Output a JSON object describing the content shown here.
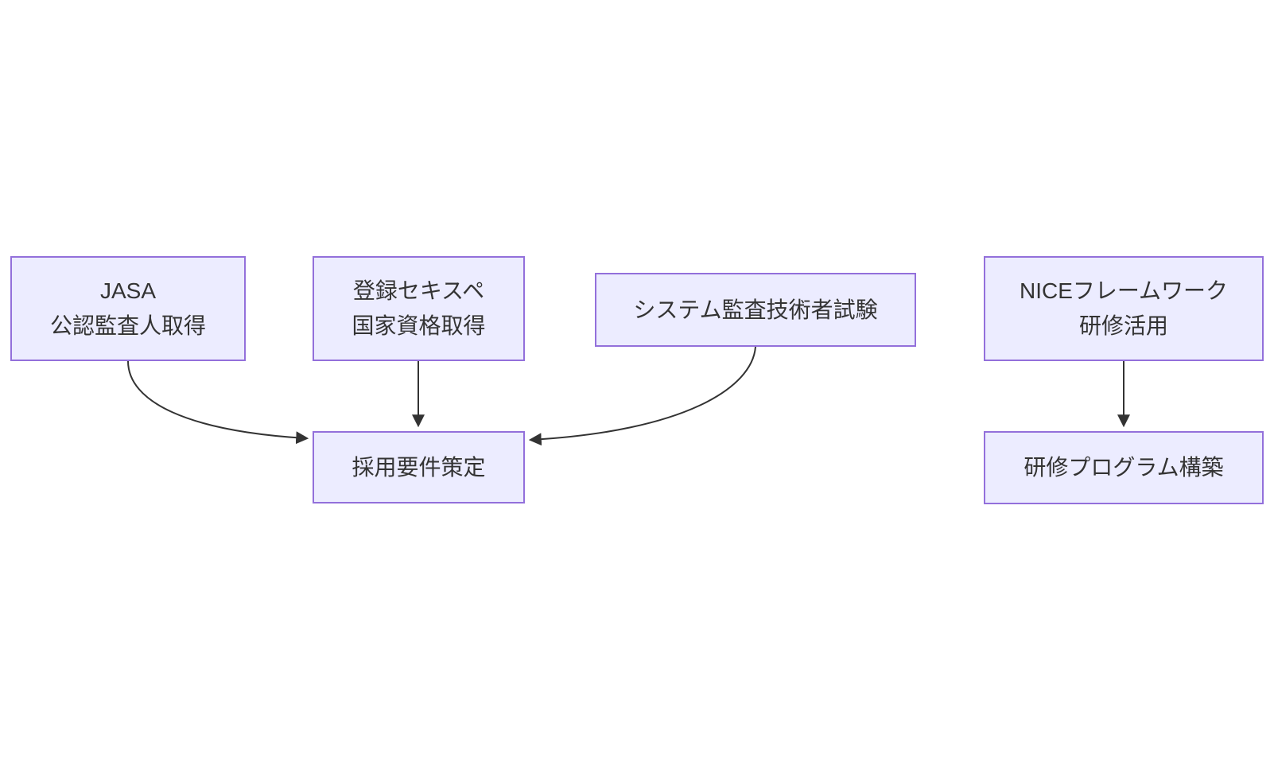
{
  "diagram": {
    "type": "flowchart",
    "orientation": "top-down",
    "colors": {
      "background": "#FFFFFF",
      "node_fill": "#ECECFF",
      "node_border": "#9370DB",
      "node_text": "#333333",
      "edge_stroke": "#333333"
    },
    "nodes": [
      {
        "id": "jasa-cert",
        "label": "JASA\n公認監査人取得"
      },
      {
        "id": "sekispe-cert",
        "label": "登録セキスペ\n国家資格取得"
      },
      {
        "id": "system-audit-exam",
        "label": "システム監査技術者試験"
      },
      {
        "id": "nice-framework",
        "label": "NICEフレームワーク\n研修活用"
      },
      {
        "id": "hiring-requirements",
        "label": "採用要件策定"
      },
      {
        "id": "training-program",
        "label": "研修プログラム構築"
      }
    ],
    "edges": [
      {
        "from": "jasa-cert",
        "to": "hiring-requirements"
      },
      {
        "from": "sekispe-cert",
        "to": "hiring-requirements"
      },
      {
        "from": "system-audit-exam",
        "to": "hiring-requirements"
      },
      {
        "from": "nice-framework",
        "to": "training-program"
      }
    ]
  }
}
